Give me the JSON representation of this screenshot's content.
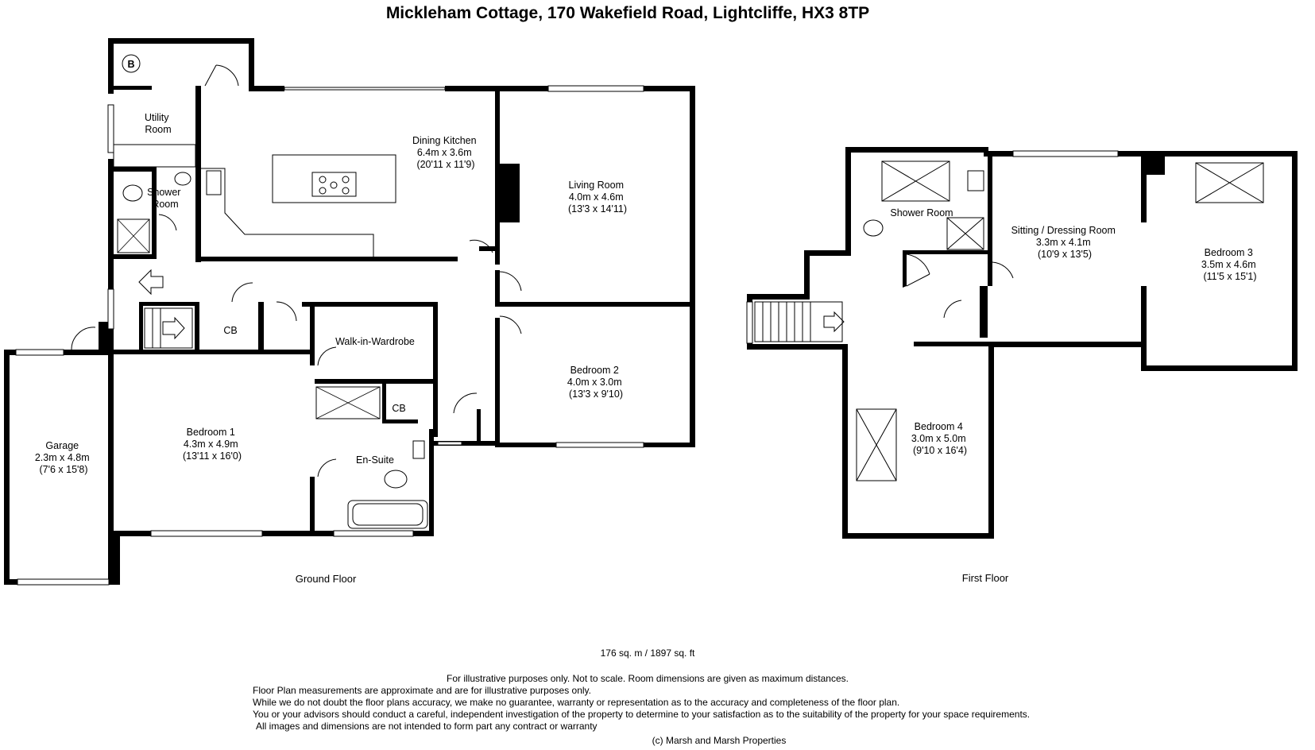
{
  "title": "Mickleham Cottage, 170 Wakefield Road, Lightcliffe, HX3 8TP",
  "floors": {
    "ground": "Ground Floor",
    "first": "First Floor"
  },
  "rooms": {
    "utility": [
      "Utility",
      "Room"
    ],
    "dining_kitchen": [
      "Dining Kitchen",
      "6.4m x 3.6m",
      "(20'11 x 11'9)"
    ],
    "living_room": [
      "Living Room",
      "4.0m x 4.6m",
      "(13'3 x 14'11)"
    ],
    "shower_gf": [
      "Shower",
      "Room"
    ],
    "cb1": "CB",
    "cb2": "CB",
    "walk_in_wardrobe": "Walk-in-Wardrobe",
    "bedroom2": [
      "Bedroom 2",
      "4.0m x 3.0m",
      "(13'3 x 9'10)"
    ],
    "bedroom1": [
      "Bedroom 1",
      "4.3m x 4.9m",
      "(13'11 x 16'0)"
    ],
    "en_suite": "En-Suite",
    "garage": [
      "Garage",
      "2.3m x 4.8m",
      "(7'6 x 15'8)"
    ],
    "shower_ff": "Shower Room",
    "sitting": [
      "Sitting / Dressing Room",
      "3.3m x 4.1m",
      "(10'9 x 13'5)"
    ],
    "bedroom3": [
      "Bedroom 3",
      "3.5m x 4.6m",
      "(11'5 x 15'1)"
    ],
    "bedroom4": [
      "Bedroom 4",
      "3.0m x 5.0m",
      "(9'10 x 16'4)"
    ]
  },
  "boiler_symbol": "B",
  "area": "176 sq. m  / 1897 sq. ft",
  "disclaimer": [
    "For illustrative purposes only.  Not to scale.  Room dimensions are given as maximum distances.",
    "Floor Plan measurements are approximate and are for illustrative purposes only.",
    "While we do not doubt the floor plans accuracy, we make no guarantee, warranty or representation as to the accuracy and completeness of the floor plan.",
    "You or your advisors should conduct a careful, independent investigation of the property to determine to your satisfaction as to the suitability of the property for your space requirements.",
    "All images and dimensions are not intended to form part any contract or warranty"
  ],
  "copyright": "(c) Marsh and Marsh Properties"
}
